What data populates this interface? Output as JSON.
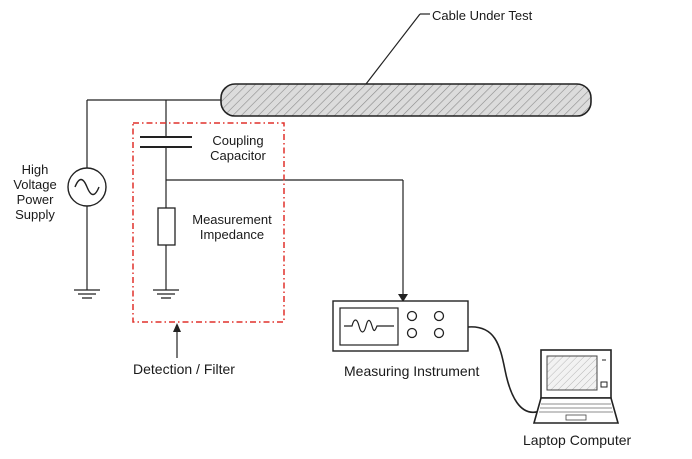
{
  "labels": {
    "cable": "Cable Under Test",
    "power_supply": [
      "High",
      "Voltage",
      "Power",
      "Supply"
    ],
    "coupling_capacitor": [
      "Coupling",
      "Capacitor"
    ],
    "measurement_impedance": [
      "Measurement",
      "Impedance"
    ],
    "detection_filter": "Detection / Filter",
    "measuring_instrument": "Measuring Instrument",
    "laptop": "Laptop Computer"
  },
  "colors": {
    "line": "#222222",
    "detection_box": "#e0312b",
    "cable_fill": "#d8d8d8"
  }
}
